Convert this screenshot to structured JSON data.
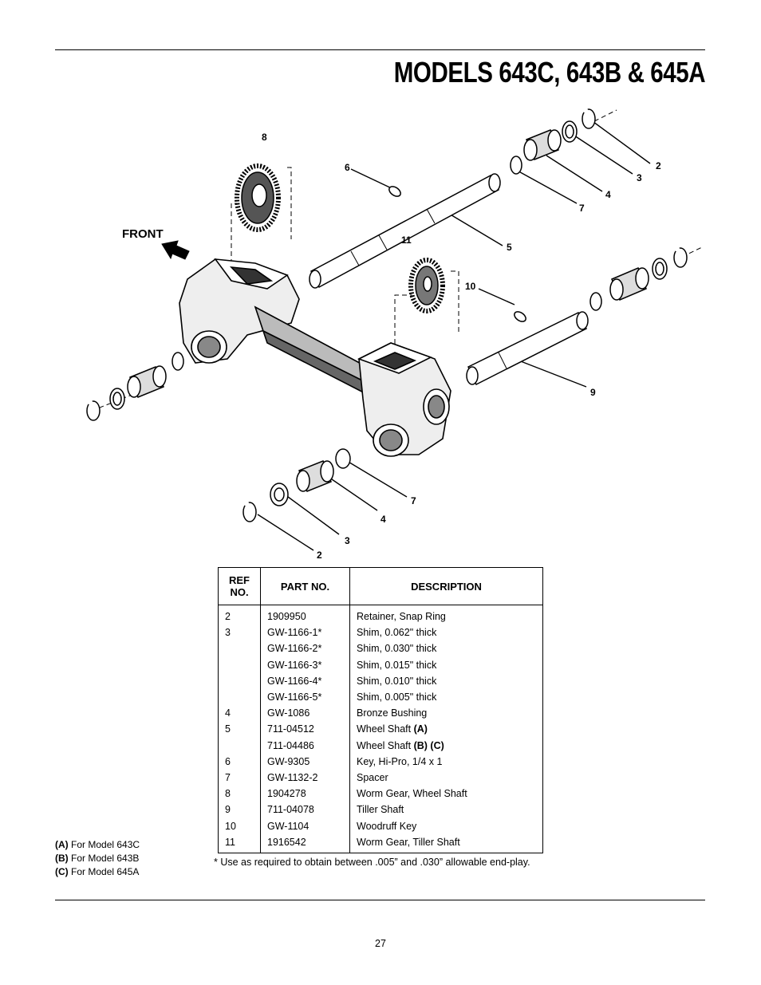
{
  "page": {
    "title": "MODELS 643C, 643B & 645A",
    "page_number": "27"
  },
  "diagram": {
    "front_label": "FRONT",
    "callouts": [
      "8",
      "6",
      "2",
      "3",
      "4",
      "7",
      "5",
      "11",
      "10",
      "9",
      "7",
      "4",
      "3",
      "2"
    ]
  },
  "table": {
    "headers": [
      "REF NO.",
      "PART NO.",
      "DESCRIPTION"
    ],
    "rows": [
      {
        "ref": "2",
        "part": "1909950",
        "desc": "Retainer, Snap Ring",
        "suffix": ""
      },
      {
        "ref": "3",
        "part": "GW-1166-1*",
        "desc": "Shim, 0.062\" thick",
        "suffix": ""
      },
      {
        "ref": "",
        "part": "GW-1166-2*",
        "desc": "Shim, 0.030\" thick",
        "suffix": ""
      },
      {
        "ref": "",
        "part": "GW-1166-3*",
        "desc": "Shim, 0.015\" thick",
        "suffix": ""
      },
      {
        "ref": "",
        "part": "GW-1166-4*",
        "desc": "Shim, 0.010\" thick",
        "suffix": ""
      },
      {
        "ref": "",
        "part": "GW-1166-5*",
        "desc": "Shim, 0.005\" thick",
        "suffix": ""
      },
      {
        "ref": "4",
        "part": "GW-1086",
        "desc": "Bronze Bushing",
        "suffix": ""
      },
      {
        "ref": "5",
        "part": "711-04512",
        "desc": "Wheel Shaft",
        "suffix": "(A)"
      },
      {
        "ref": "",
        "part": "711-04486",
        "desc": "Wheel Shaft",
        "suffix": "(B) (C)"
      },
      {
        "ref": "6",
        "part": "GW-9305",
        "desc": "Key, Hi-Pro, 1/4 x 1",
        "suffix": ""
      },
      {
        "ref": "7",
        "part": "GW-1132-2",
        "desc": "Spacer",
        "suffix": ""
      },
      {
        "ref": "8",
        "part": "1904278",
        "desc": "Worm Gear, Wheel Shaft",
        "suffix": ""
      },
      {
        "ref": "9",
        "part": "711-04078",
        "desc": "Tiller Shaft",
        "suffix": ""
      },
      {
        "ref": "10",
        "part": "GW-1104",
        "desc": "Woodruff Key",
        "suffix": ""
      },
      {
        "ref": "11",
        "part": "1916542",
        "desc": "Worm Gear, Tiller Shaft",
        "suffix": ""
      }
    ]
  },
  "footnote": "* Use as required to obtain between .005” and .030” allowable end-play.",
  "model_notes": [
    {
      "code": "(A)",
      "text": "For Model 643C"
    },
    {
      "code": "(B)",
      "text": "For Model 643B"
    },
    {
      "code": "(C)",
      "text": "For Model 645A"
    }
  ]
}
